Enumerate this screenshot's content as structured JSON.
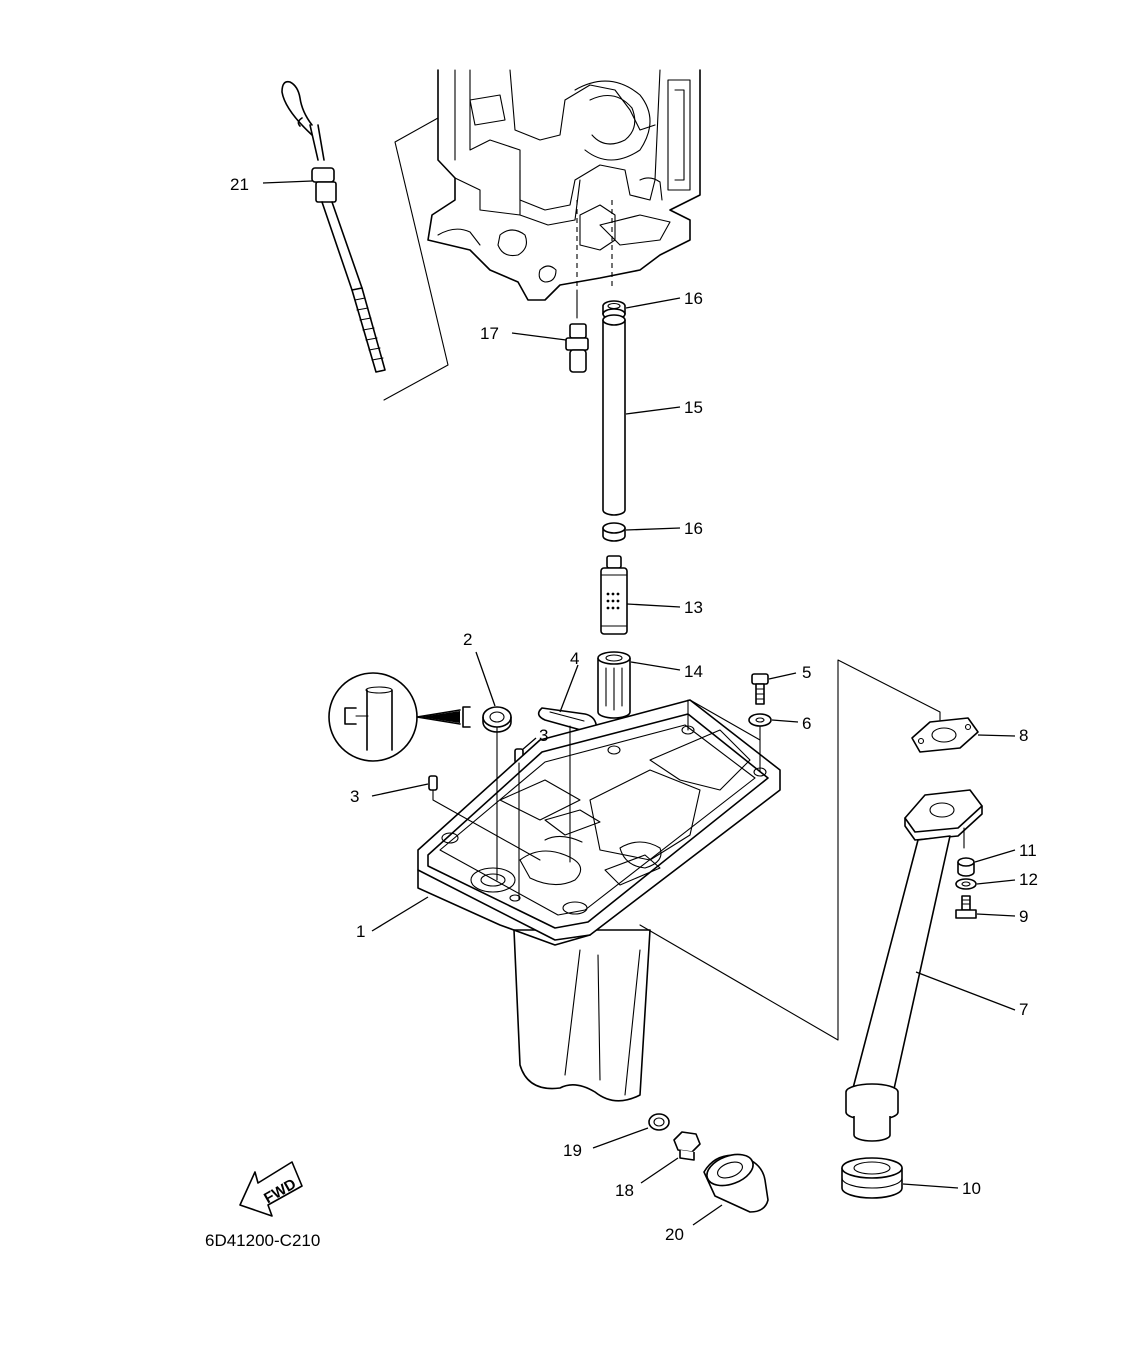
{
  "diagram": {
    "code": "6D41200-C210",
    "fwd": "FWD",
    "labels": {
      "l1": "1",
      "l2": "2",
      "l3a": "3",
      "l3b": "3",
      "l4": "4",
      "l5": "5",
      "l6": "6",
      "l7": "7",
      "l8": "8",
      "l9": "9",
      "l10": "10",
      "l11": "11",
      "l12": "12",
      "l13": "13",
      "l14": "14",
      "l15": "15",
      "l16a": "16",
      "l16b": "16",
      "l17": "17",
      "l18": "18",
      "l19": "19",
      "l20": "20",
      "l21": "21"
    }
  }
}
